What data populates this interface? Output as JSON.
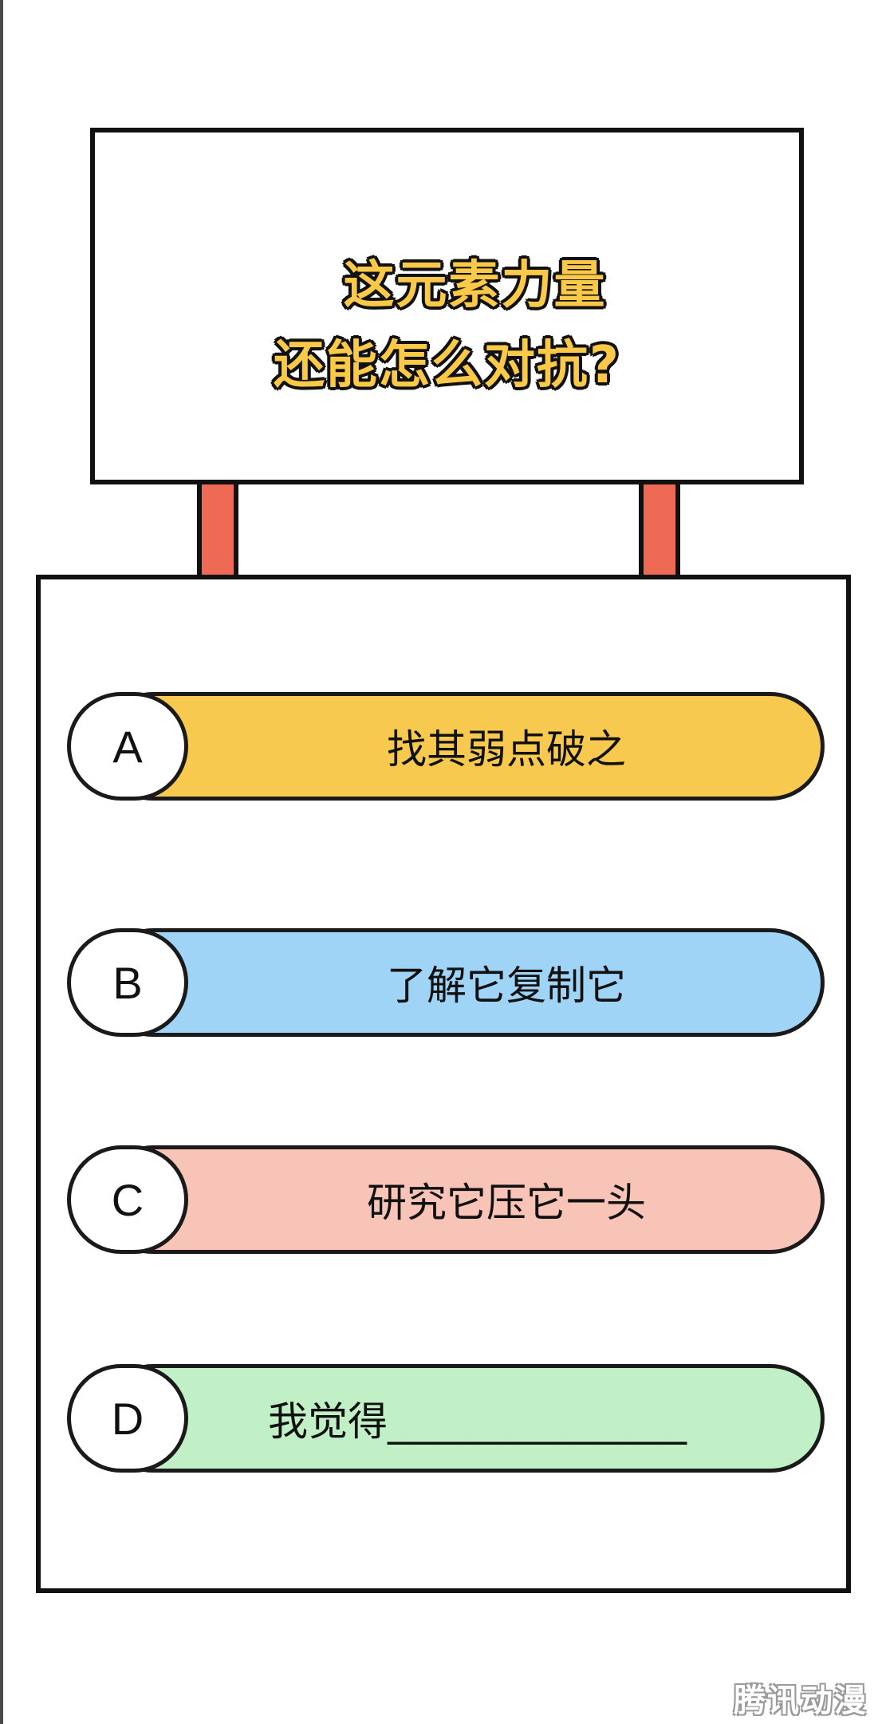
{
  "question": {
    "line1": "这元素力量",
    "line2": "还能怎么对抗?"
  },
  "options": [
    {
      "letter": "A",
      "text": "找其弱点破之",
      "color": "#f8c94f"
    },
    {
      "letter": "B",
      "text": "了解它复制它",
      "color": "#9fd4f7"
    },
    {
      "letter": "C",
      "text": "研究它压它一头",
      "color": "#f8c4b8"
    },
    {
      "letter": "D",
      "text": "我觉得_______________",
      "color": "#c2f0c6"
    }
  ],
  "colors": {
    "title_fill": "#f9c947",
    "post": "#ee6a55",
    "outline": "#111111"
  },
  "watermark": "腾讯动漫"
}
